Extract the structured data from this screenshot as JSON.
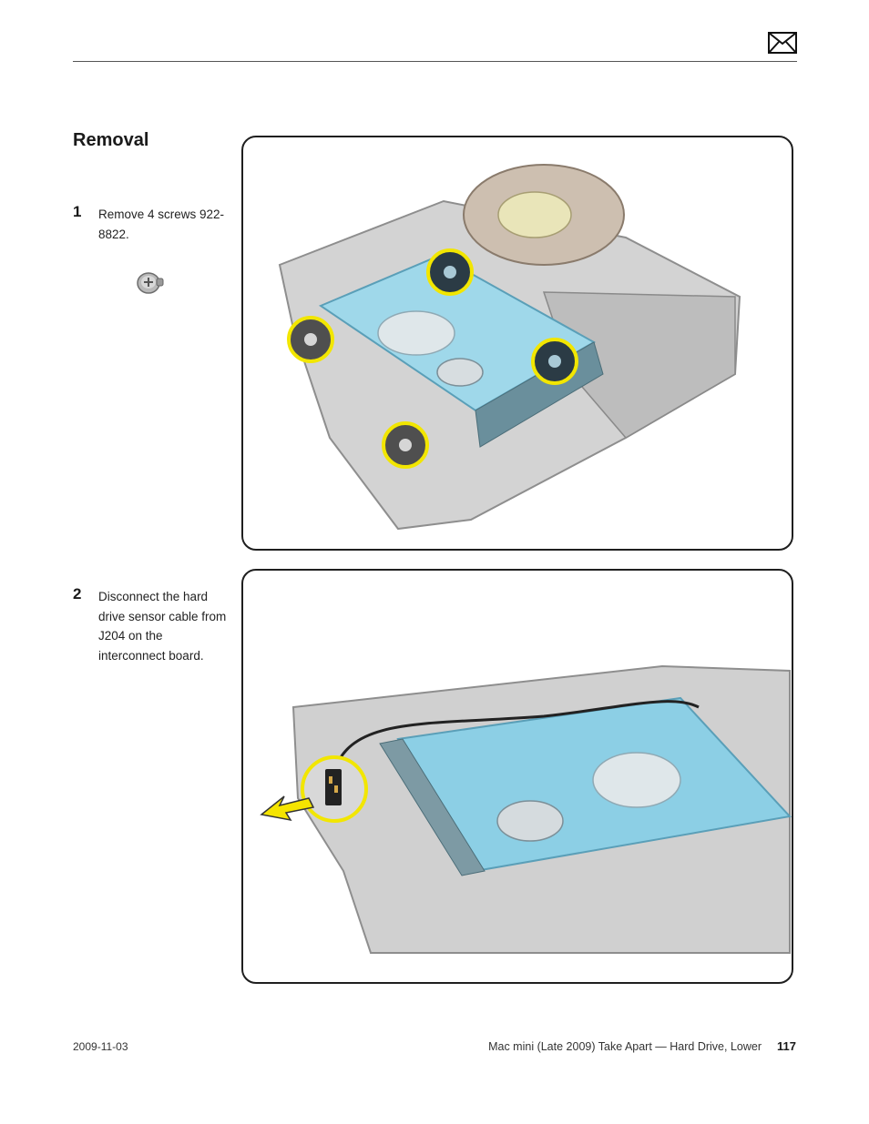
{
  "header": {
    "mail_icon": "envelope-icon"
  },
  "section": {
    "title": "Removal"
  },
  "steps": [
    {
      "number": "1",
      "text": "Remove 4 screws 922-8822.",
      "icon": "screw-icon"
    },
    {
      "number": "2",
      "text": "Disconnect the hard drive sensor cable from J204 on the interconnect board."
    }
  ],
  "footer": {
    "date": "2009-11-03",
    "title": "Mac mini (Late 2009) Take Apart — Hard Drive, Lower",
    "page": "117"
  },
  "colors": {
    "callout_ring": "#f2e600",
    "board_blue": "#7fd0e8",
    "enclosure_gray": "#c9c9c9",
    "arrow_yellow": "#f5e400"
  }
}
